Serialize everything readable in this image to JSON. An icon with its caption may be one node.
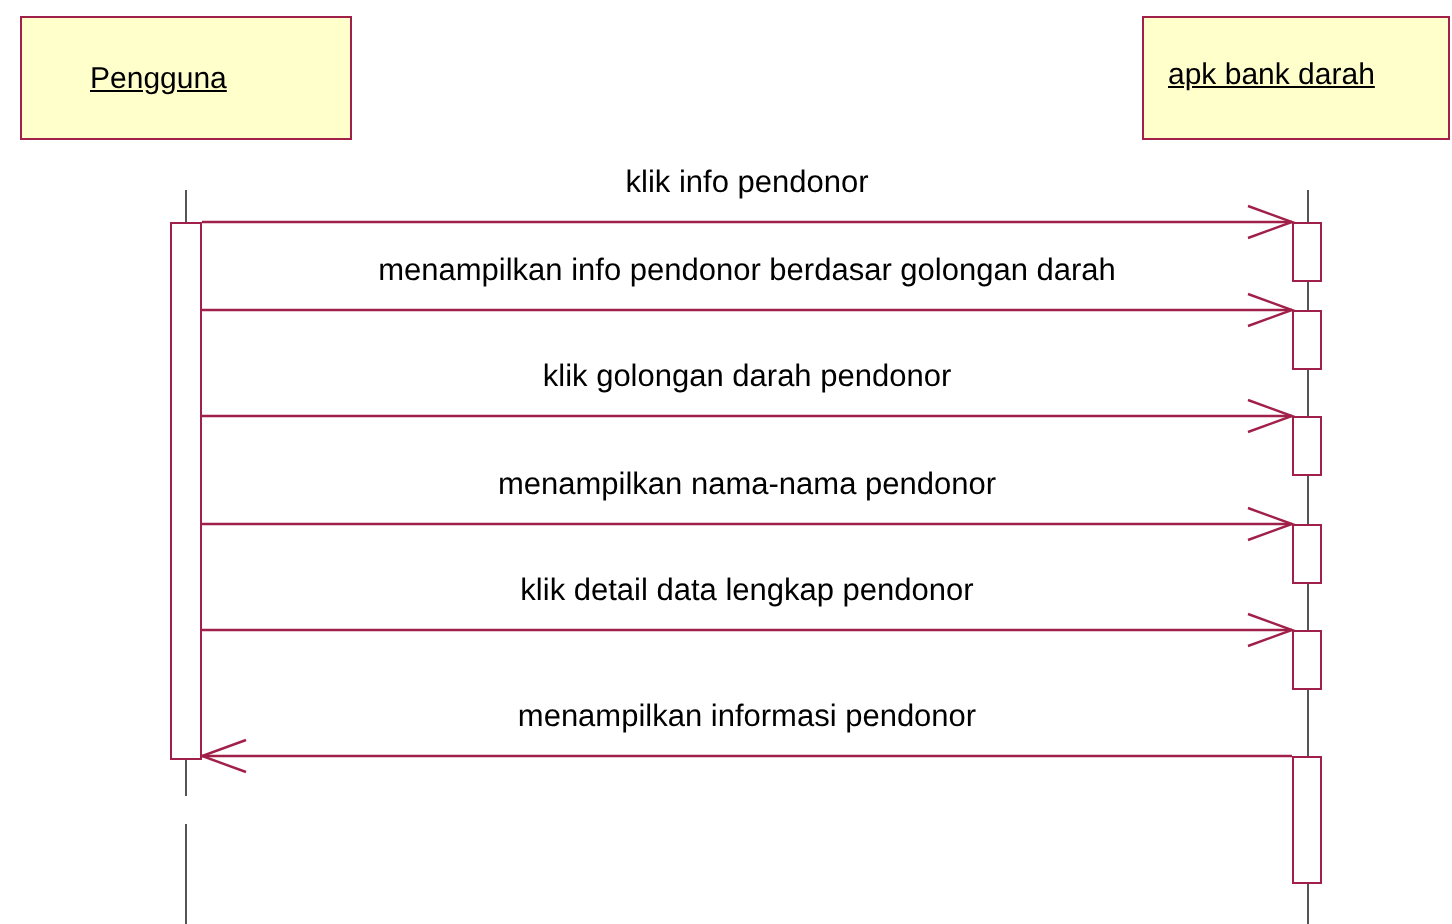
{
  "diagram": {
    "nodes": [
      {
        "text": [
          "Pengguna"
        ]
      },
      {
        "text": [
          "apk bank darah"
        ]
      },
      {
        "text": [],
        "shape": "bar"
      },
      {
        "text": [],
        "shape": "bar"
      },
      {
        "text": [],
        "shape": "bar"
      },
      {
        "text": [],
        "shape": "bar"
      },
      {
        "text": [],
        "shape": "bar"
      },
      {
        "text": [],
        "shape": "bar"
      },
      {
        "text": [],
        "shape": "bar"
      }
    ],
    "edges": [
      {
        "from": 2,
        "to": 3,
        "arrow": "to",
        "label": "klik info pendonor"
      },
      {
        "from": 2,
        "to": 4,
        "arrow": "to",
        "label": "menampilkan info pendonor berdasar golongan darah"
      },
      {
        "from": 2,
        "to": 5,
        "arrow": "to",
        "label": "klik golongan darah pendonor"
      },
      {
        "from": 2,
        "to": 6,
        "arrow": "to",
        "label": "menampilkan nama-nama pendonor"
      },
      {
        "from": 2,
        "to": 7,
        "arrow": "to",
        "label": "klik detail data lengkap pendonor"
      },
      {
        "from": 8,
        "to": 2,
        "arrow": "to",
        "label": "menampilkan informasi pendonor"
      }
    ]
  }
}
